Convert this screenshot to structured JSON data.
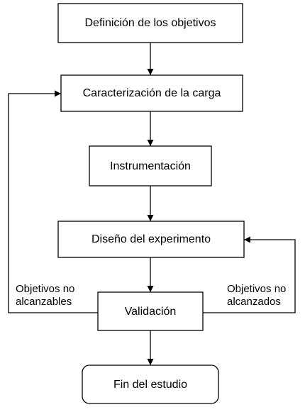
{
  "nodes": {
    "objectives": {
      "label": "Definición de los objetivos"
    },
    "load": {
      "label": "Caracterización de la carga"
    },
    "instrumentation": {
      "label": "Instrumentación"
    },
    "design": {
      "label": "Diseño del experimento"
    },
    "validation": {
      "label": "Validación"
    },
    "end": {
      "label": "Fin del estudio"
    }
  },
  "edges": {
    "left_feedback": {
      "line1": "Objetivos no",
      "line2": "alcanzables"
    },
    "right_feedback": {
      "line1": "Objetivos no",
      "line2": "alcanzados"
    }
  },
  "colors": {
    "stroke": "#000000",
    "fill": "#ffffff",
    "text": "#000000"
  }
}
